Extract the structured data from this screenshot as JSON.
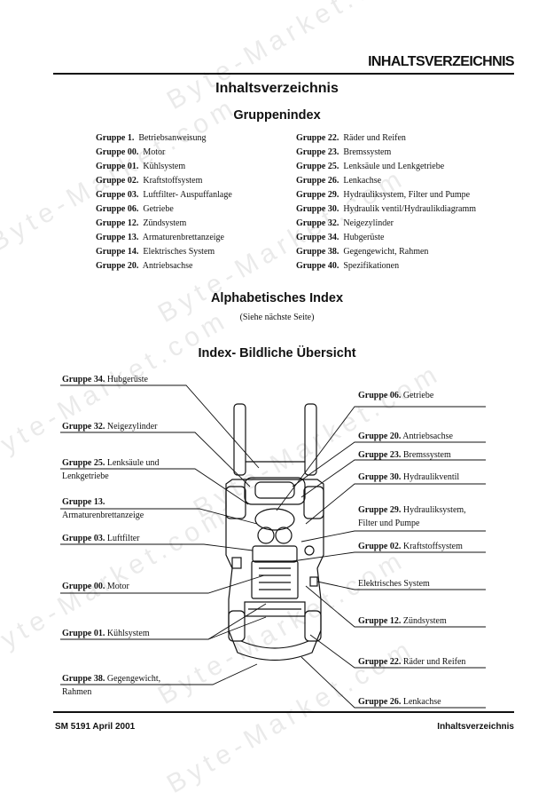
{
  "header": {
    "title": "INHALTSVERZEICHNIS"
  },
  "page_title": "Inhaltsverzeichnis",
  "gruppenindex": {
    "heading": "Gruppenindex",
    "left": [
      {
        "group": "Gruppe 1.",
        "name": "Betriebsanweisung"
      },
      {
        "group": "Gruppe 00.",
        "name": "Motor"
      },
      {
        "group": "Gruppe 01.",
        "name": "Kühlsystem"
      },
      {
        "group": "Gruppe 02.",
        "name": "Kraftstoffsystem"
      },
      {
        "group": "Gruppe 03.",
        "name": "Luftfilter- Auspuffanlage"
      },
      {
        "group": "Gruppe 06.",
        "name": "Getriebe"
      },
      {
        "group": "Gruppe 12.",
        "name": "Zündsystem"
      },
      {
        "group": "Gruppe 13.",
        "name": "Armaturenbrettanzeige"
      },
      {
        "group": "Gruppe 14.",
        "name": "Elektrisches System"
      },
      {
        "group": "Gruppe 20.",
        "name": "Antriebsachse"
      }
    ],
    "right": [
      {
        "group": "Gruppe 22.",
        "name": "Räder und Reifen"
      },
      {
        "group": "Gruppe 23.",
        "name": "Bremssystem"
      },
      {
        "group": "Gruppe 25.",
        "name": "Lenksäule und Lenkgetriebe"
      },
      {
        "group": "Gruppe 26.",
        "name": "Lenkachse"
      },
      {
        "group": "Gruppe 29.",
        "name": "Hydrauliksystem, Filter und Pumpe"
      },
      {
        "group": "Gruppe 30.",
        "name": "Hydraulik ventil/Hydraulikdiagramm"
      },
      {
        "group": "Gruppe 32.",
        "name": "Neigezylinder"
      },
      {
        "group": "Gruppe 34.",
        "name": "Hubgerüste"
      },
      {
        "group": "Gruppe 38.",
        "name": "Gegengewicht, Rahmen"
      },
      {
        "group": "Gruppe 40.",
        "name": "Spezifikationen"
      }
    ]
  },
  "alpha_index": {
    "heading": "Alphabetisches Index",
    "note": "(Siehe nächste Seite)"
  },
  "pictorial": {
    "heading": "Index- Bildliche Übersicht",
    "left_labels": [
      {
        "group": "Gruppe 34.",
        "name": "Hubgerüste",
        "name2": ""
      },
      {
        "group": "Gruppe 32.",
        "name": "Neigezylinder",
        "name2": ""
      },
      {
        "group": "Gruppe 25.",
        "name": "Lenksäule und",
        "name2": "Lenkgetriebe"
      },
      {
        "group": "Gruppe 13.",
        "name": "",
        "name2": "Armaturenbrettanzeige"
      },
      {
        "group": "Gruppe 03.",
        "name": "Luftfilter",
        "name2": ""
      },
      {
        "group": "Gruppe 00.",
        "name": "Motor",
        "name2": ""
      },
      {
        "group": "Gruppe 01.",
        "name": "Kühlsystem",
        "name2": ""
      },
      {
        "group": "Gruppe 38.",
        "name": "Gegengewicht,",
        "name2": "Rahmen"
      }
    ],
    "right_labels": [
      {
        "group": "Gruppe 06.",
        "name": "Getriebe",
        "name2": ""
      },
      {
        "group": "Gruppe 20.",
        "name": "Antriebsachse",
        "name2": ""
      },
      {
        "group": "Gruppe 23.",
        "name": "Bremssystem",
        "name2": ""
      },
      {
        "group": "Gruppe 30.",
        "name": "Hydraulikventil",
        "name2": ""
      },
      {
        "group": "Gruppe 29.",
        "name": "Hydrauliksystem,",
        "name2": "Filter und Pumpe"
      },
      {
        "group": "Gruppe 02.",
        "name": "Kraftstoffsystem",
        "name2": ""
      },
      {
        "group": "",
        "name": "Elektrisches System",
        "name2": ""
      },
      {
        "group": "Gruppe 12.",
        "name": "Zündsystem",
        "name2": ""
      },
      {
        "group": "Gruppe 22.",
        "name": "Räder und Reifen",
        "name2": ""
      },
      {
        "group": "Gruppe 26.",
        "name": "Lenkachse",
        "name2": ""
      }
    ]
  },
  "footer": {
    "left": "SM 5191 April 2001",
    "right": "Inhaltsverzeichnis"
  },
  "watermark": "Byte-Market.com"
}
